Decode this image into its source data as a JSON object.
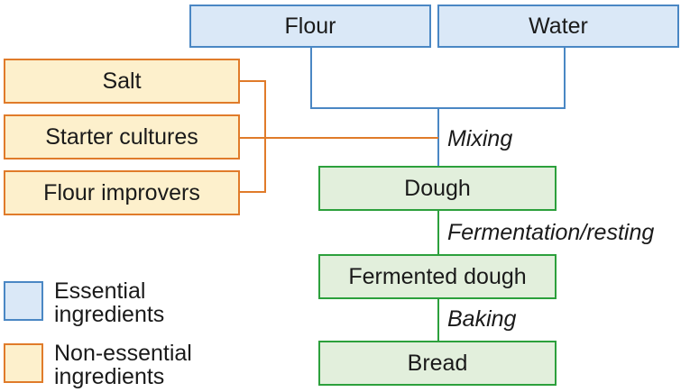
{
  "colors": {
    "essential_fill": "#dae8f7",
    "essential_border": "#4a87c4",
    "nonessential_fill": "#fdf0cc",
    "nonessential_border": "#e07b2a",
    "product_fill": "#e2efdc",
    "product_border": "#2ca03c",
    "connector": "#4a87c4"
  },
  "essential": [
    "Flour",
    "Water"
  ],
  "non_essential": [
    "Salt",
    "Starter cultures",
    "Flour improvers"
  ],
  "products": [
    "Dough",
    "Fermented dough",
    "Bread"
  ],
  "steps": [
    "Mixing",
    "Fermentation/resting",
    "Baking"
  ],
  "legend": {
    "essential": [
      "Essential",
      "ingredients"
    ],
    "non_essential": [
      "Non-essential",
      "ingredients"
    ]
  }
}
